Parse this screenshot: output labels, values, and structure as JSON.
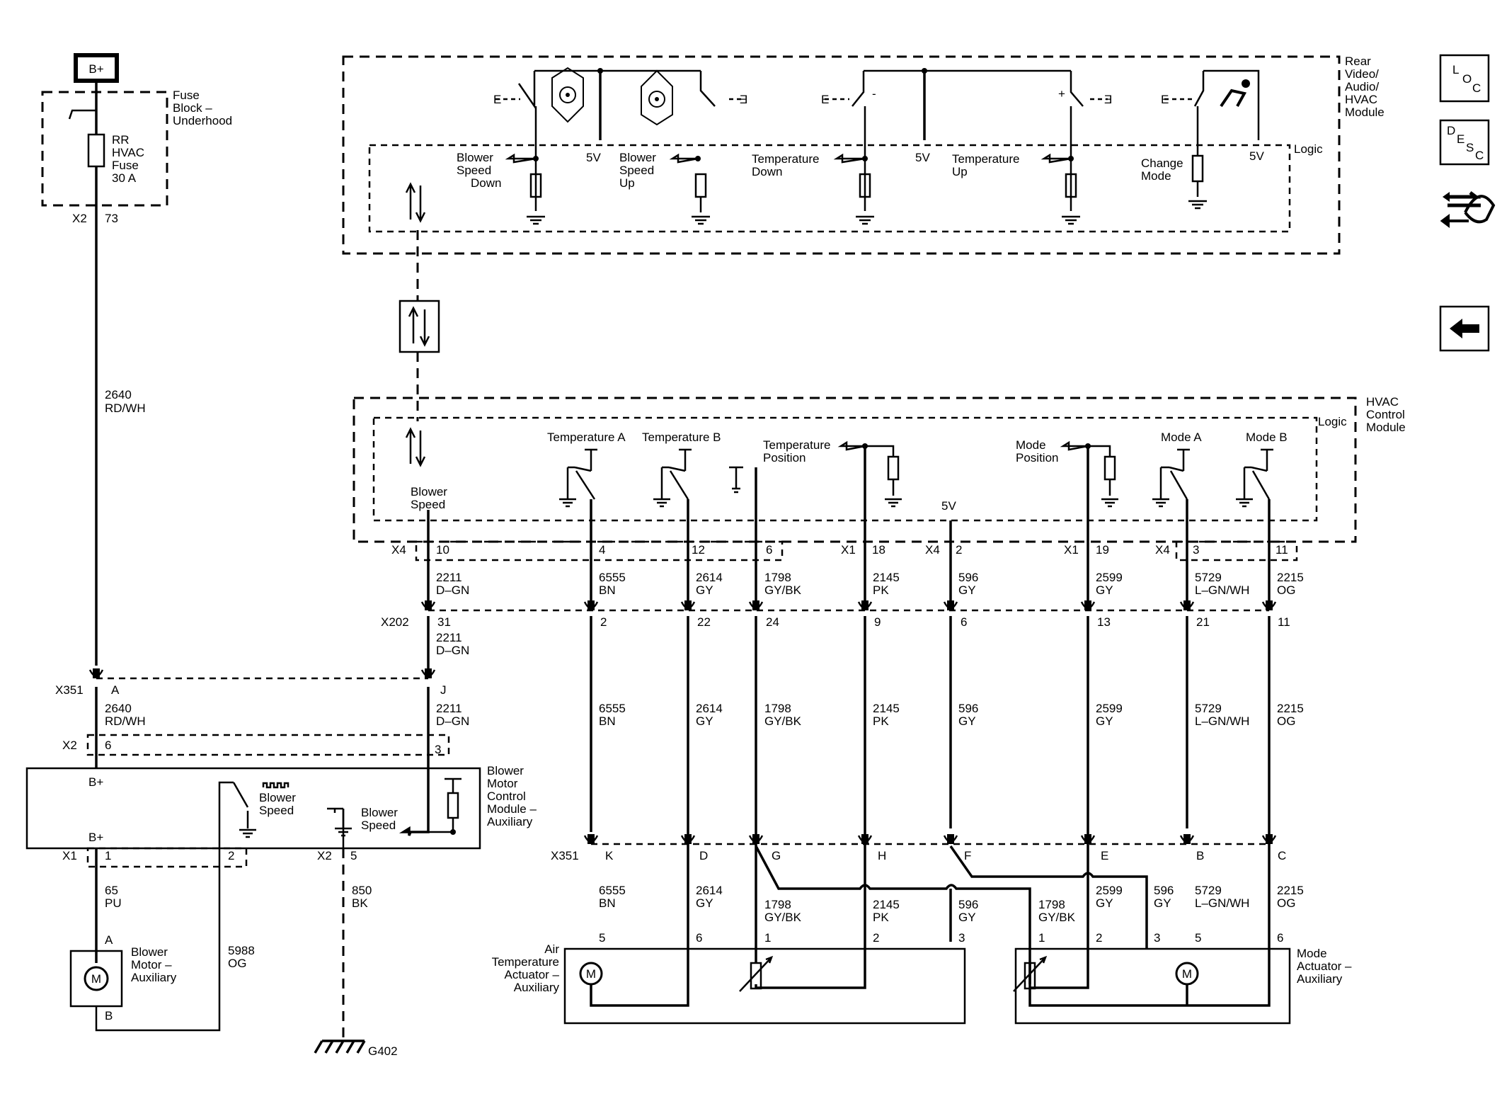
{
  "power": {
    "label": "B+"
  },
  "fuse_block": {
    "title": [
      "Fuse",
      "Block –",
      "Underhood"
    ],
    "fuse": [
      "RR",
      "HVAC",
      "Fuse",
      "30 A"
    ],
    "connector": "X2",
    "pin": "73"
  },
  "rear_module": {
    "title": [
      "Rear",
      "Video/",
      "Audio/",
      "HVAC",
      "Module"
    ],
    "logic": "Logic",
    "blower_down": [
      "Blower",
      "Speed",
      "Down"
    ],
    "blower_up": [
      "Blower",
      "Speed",
      "Up"
    ],
    "temp_down": [
      "Temperature",
      "Down"
    ],
    "temp_up": [
      "Temperature",
      "Up"
    ],
    "change_mode": [
      "Change",
      "Mode"
    ],
    "v5": "5V",
    "minus": "-",
    "plus": "+"
  },
  "hvac_module": {
    "title": [
      "HVAC",
      "Control",
      "Module"
    ],
    "logic": "Logic",
    "blower_speed": [
      "Blower",
      "Speed"
    ],
    "temp_a": "Temperature A",
    "temp_b": "Temperature B",
    "temp_pos": [
      "Temperature",
      "Position"
    ],
    "mode_pos": [
      "Mode",
      "Position"
    ],
    "mode_a": "Mode A",
    "mode_b": "Mode B",
    "v5": "5V"
  },
  "hvac_pins": {
    "x4": "X4",
    "x1": "X1",
    "x4b": "X4",
    "x1b": "X1",
    "x4c": "X4",
    "p10": "10",
    "p4": "4",
    "p12": "12",
    "p6": "6",
    "p18": "18",
    "p2": "2",
    "p19": "19",
    "p3": "3",
    "p11": "11"
  },
  "wires_top": [
    [
      "2211",
      "D–GN"
    ],
    [
      "6555",
      "BN"
    ],
    [
      "2614",
      "GY"
    ],
    [
      "1798",
      "GY/BK"
    ],
    [
      "2145",
      "PK"
    ],
    [
      "596",
      "GY"
    ],
    [
      "2599",
      "GY"
    ],
    [
      "5729",
      "L–GN/WH"
    ],
    [
      "2215",
      "OG"
    ]
  ],
  "x202": {
    "label": "X202",
    "pins": [
      "31",
      "2",
      "22",
      "24",
      "9",
      "6",
      "13",
      "21",
      "11"
    ],
    "wire": [
      "2211",
      "D–GN"
    ]
  },
  "wires_mid": [
    [
      "6555",
      "BN"
    ],
    [
      "2614",
      "GY"
    ],
    [
      "1798",
      "GY/BK"
    ],
    [
      "2145",
      "PK"
    ],
    [
      "596",
      "GY"
    ],
    [
      "2599",
      "GY"
    ],
    [
      "5729",
      "L–GN/WH"
    ],
    [
      "2215",
      "OG"
    ]
  ],
  "x351": {
    "label": "X351",
    "pins": [
      "K",
      "D",
      "G",
      "H",
      "F",
      "E",
      "B",
      "C"
    ],
    "left_pins": [
      "A",
      "J"
    ]
  },
  "left_wires": {
    "w2640": [
      "2640",
      "RD/WH"
    ],
    "w2640b": [
      "2640",
      "RD/WH"
    ],
    "w2211": [
      "2211",
      "D–GN"
    ]
  },
  "blower_ctrl": {
    "title": [
      "Blower",
      "Motor",
      "Control",
      "Module –",
      "Auxiliary"
    ],
    "bplus": "B+",
    "bplus2": "B+",
    "blower_speed": [
      "Blower",
      "Speed"
    ],
    "blower_speed2": [
      "Blower",
      "Speed"
    ],
    "x2": "X2",
    "x2_pin6": "6",
    "x2_pin3": "3",
    "x1": "X1",
    "x1_pin1": "1",
    "x1_pin2": "2",
    "x2b": "X2",
    "x2b_pin5": "5"
  },
  "lower_wires": {
    "w65": [
      "65",
      "PU"
    ],
    "w5988": [
      "5988",
      "OG"
    ],
    "w850": [
      "850",
      "BK"
    ]
  },
  "blower_motor": {
    "title": [
      "Blower",
      "Motor –",
      "Auxiliary"
    ],
    "pin_a": "A",
    "pin_b": "B",
    "m": "M"
  },
  "ground": {
    "label": "G402"
  },
  "wires_bottom": [
    [
      "6555",
      "BN"
    ],
    [
      "2614",
      "GY"
    ],
    [
      "1798",
      "GY/BK"
    ],
    [
      "2145",
      "PK"
    ],
    [
      "596",
      "GY"
    ],
    [
      "1798",
      "GY/BK"
    ],
    [
      "2599",
      "GY"
    ],
    [
      "596",
      "GY"
    ],
    [
      "5729",
      "L–GN/WH"
    ],
    [
      "2215",
      "OG"
    ]
  ],
  "air_actuator": {
    "title": [
      "Air",
      "Temperature",
      "Actuator –",
      "Auxiliary"
    ],
    "pins": [
      "5",
      "6",
      "1",
      "2",
      "3"
    ],
    "m": "M"
  },
  "mode_actuator": {
    "title": [
      "Mode",
      "Actuator –",
      "Auxiliary"
    ],
    "pins": [
      "1",
      "2",
      "3",
      "5",
      "6"
    ],
    "m": "M"
  },
  "nav": {
    "loc": [
      "L",
      "O",
      "C"
    ],
    "desc": [
      "D",
      "E",
      "S",
      "C"
    ]
  }
}
